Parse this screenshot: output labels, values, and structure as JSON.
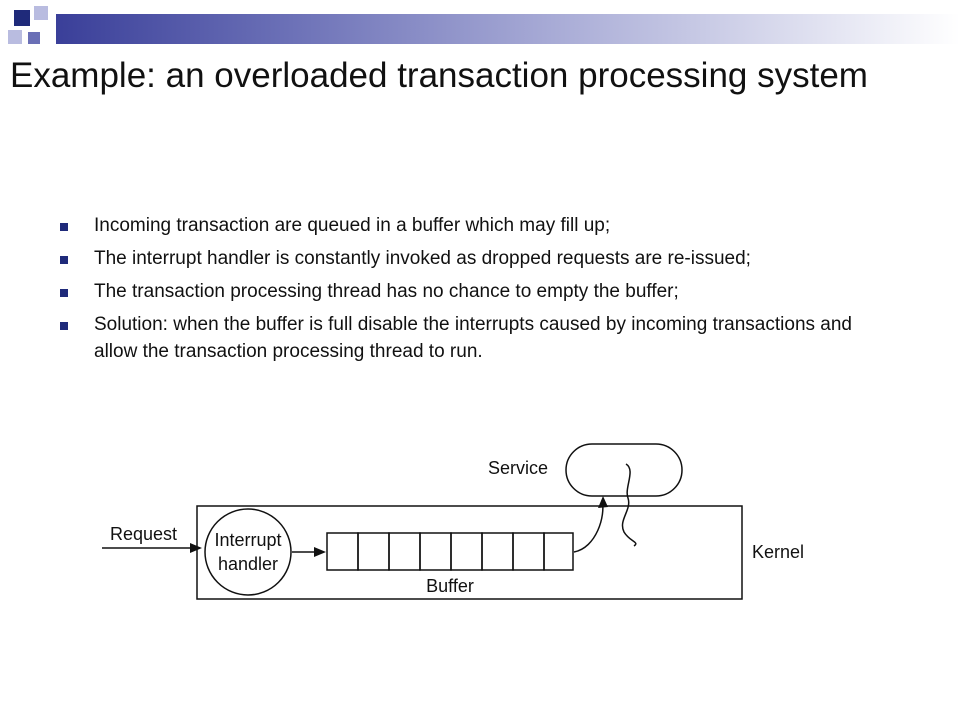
{
  "title": "Example: an overloaded transaction processing system",
  "bullets": [
    "Incoming transaction are queued in a buffer which may fill up;",
    "The interrupt handler is constantly invoked as dropped requests are re-issued;",
    "The transaction processing thread has no chance to empty the buffer;",
    "Solution: when the buffer is full disable the interrupts caused by incoming transactions and allow the transaction processing thread to run."
  ],
  "diagram": {
    "request_label": "Request",
    "interrupt_line1": "Interrupt",
    "interrupt_line2": "handler",
    "buffer_label": "Buffer",
    "service_label": "Service",
    "kernel_label": "Kernel"
  },
  "colors": {
    "accent_dark": "#1f2a7a",
    "accent_mid": "#6a6fb6",
    "accent_light": "#b9bce0"
  }
}
